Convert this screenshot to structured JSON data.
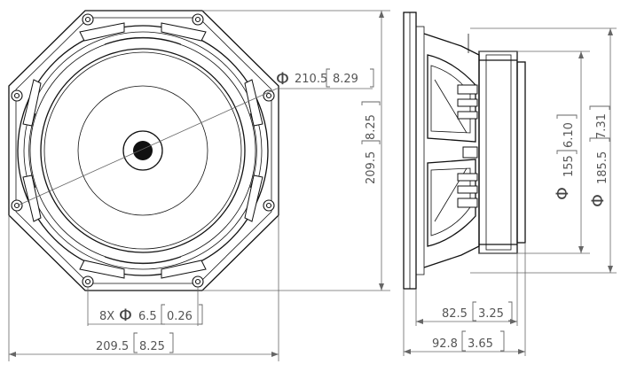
{
  "dimensions": {
    "outer_diameter": {
      "symbol": "Φ",
      "mm": "210.5",
      "in": "8.29"
    },
    "height_right": {
      "mm": "209.5",
      "in": "8.25"
    },
    "mounting_holes": {
      "count": "8X",
      "symbol": "Φ",
      "mm": "6.5",
      "in": "0.26"
    },
    "width_bottom": {
      "mm": "209.5",
      "in": "8.25"
    },
    "magnet_diameter": {
      "symbol": "Φ",
      "mm": "155",
      "in": "6.10"
    },
    "back_diameter": {
      "symbol": "Φ",
      "mm": "185.5",
      "in": "7.31"
    },
    "depth_magnet": {
      "mm": "82.5",
      "in": "3.25"
    },
    "depth_total": {
      "mm": "92.8",
      "in": "3.65"
    }
  },
  "colors": {
    "line": "#111111",
    "dimension": "#666666",
    "text": "#555555"
  }
}
